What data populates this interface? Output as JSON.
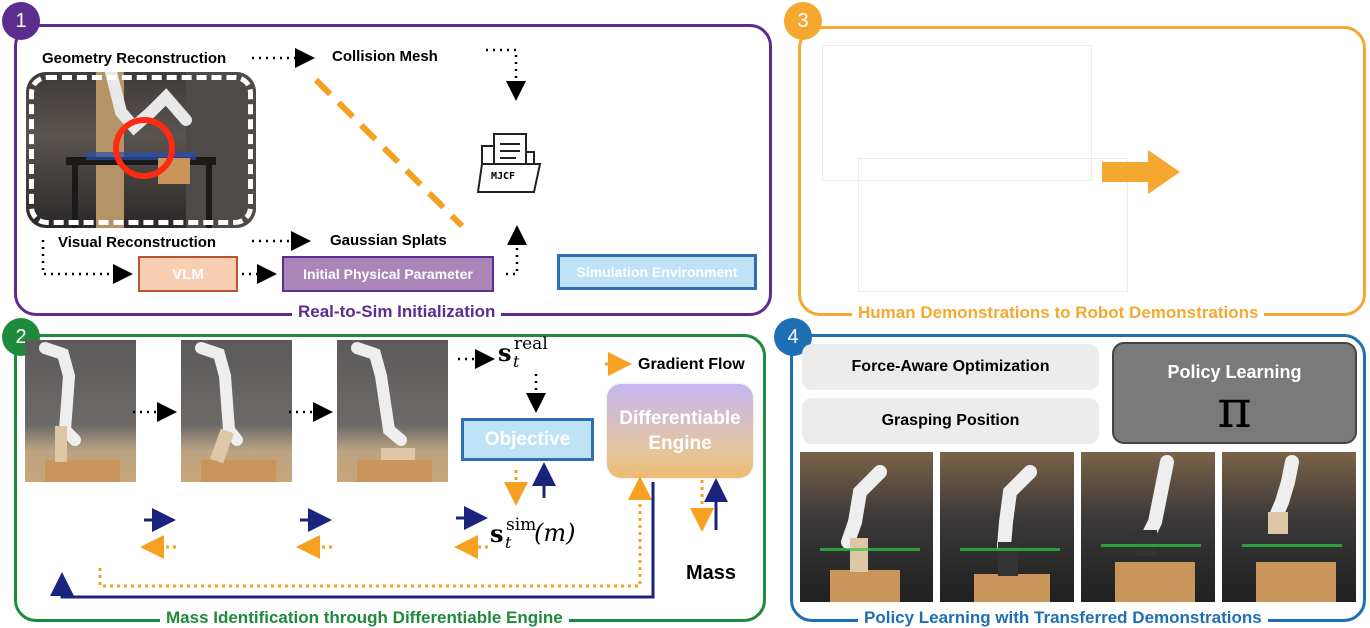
{
  "panel1": {
    "number": "1",
    "title": "Real-to-Sim Initialization",
    "geometry_reconstruction": "Geometry Reconstruction",
    "collision_mesh": "Collision Mesh",
    "mjcf": "MJCF",
    "visual_reconstruction": "Visual Reconstruction",
    "gaussian_splats": "Gaussian Splats",
    "vlm": "VLM",
    "initial_physical_parameter": "Initial Physical Parameter",
    "simulation_environment": "Simulation Environment",
    "color": "#5b2d8e"
  },
  "panel2": {
    "number": "2",
    "title": "Mass Identification through Differentiable Engine",
    "gradient_flow": "Gradient Flow",
    "objective": "Objective",
    "differentiable_engine": "Differentiable Engine",
    "mass": "Mass",
    "s_real_base": "s",
    "s_real_sub": "t",
    "s_real_sup": "real",
    "s_sim_base": "s",
    "s_sim_sub": "t",
    "s_sim_sup": "sim",
    "s_sim_arg": "(m)",
    "color": "#1f8a3c"
  },
  "panel3": {
    "number": "3",
    "title": "Human Demonstrations to Robot Demonstrations",
    "color": "#f5a830"
  },
  "panel4": {
    "number": "4",
    "title": "Policy Learning with Transferred Demonstrations",
    "force_aware": "Force-Aware Optimization",
    "grasping_position": "Grasping Position",
    "policy_learning": "Policy Learning",
    "pi": "π",
    "color": "#1f6fb5"
  }
}
